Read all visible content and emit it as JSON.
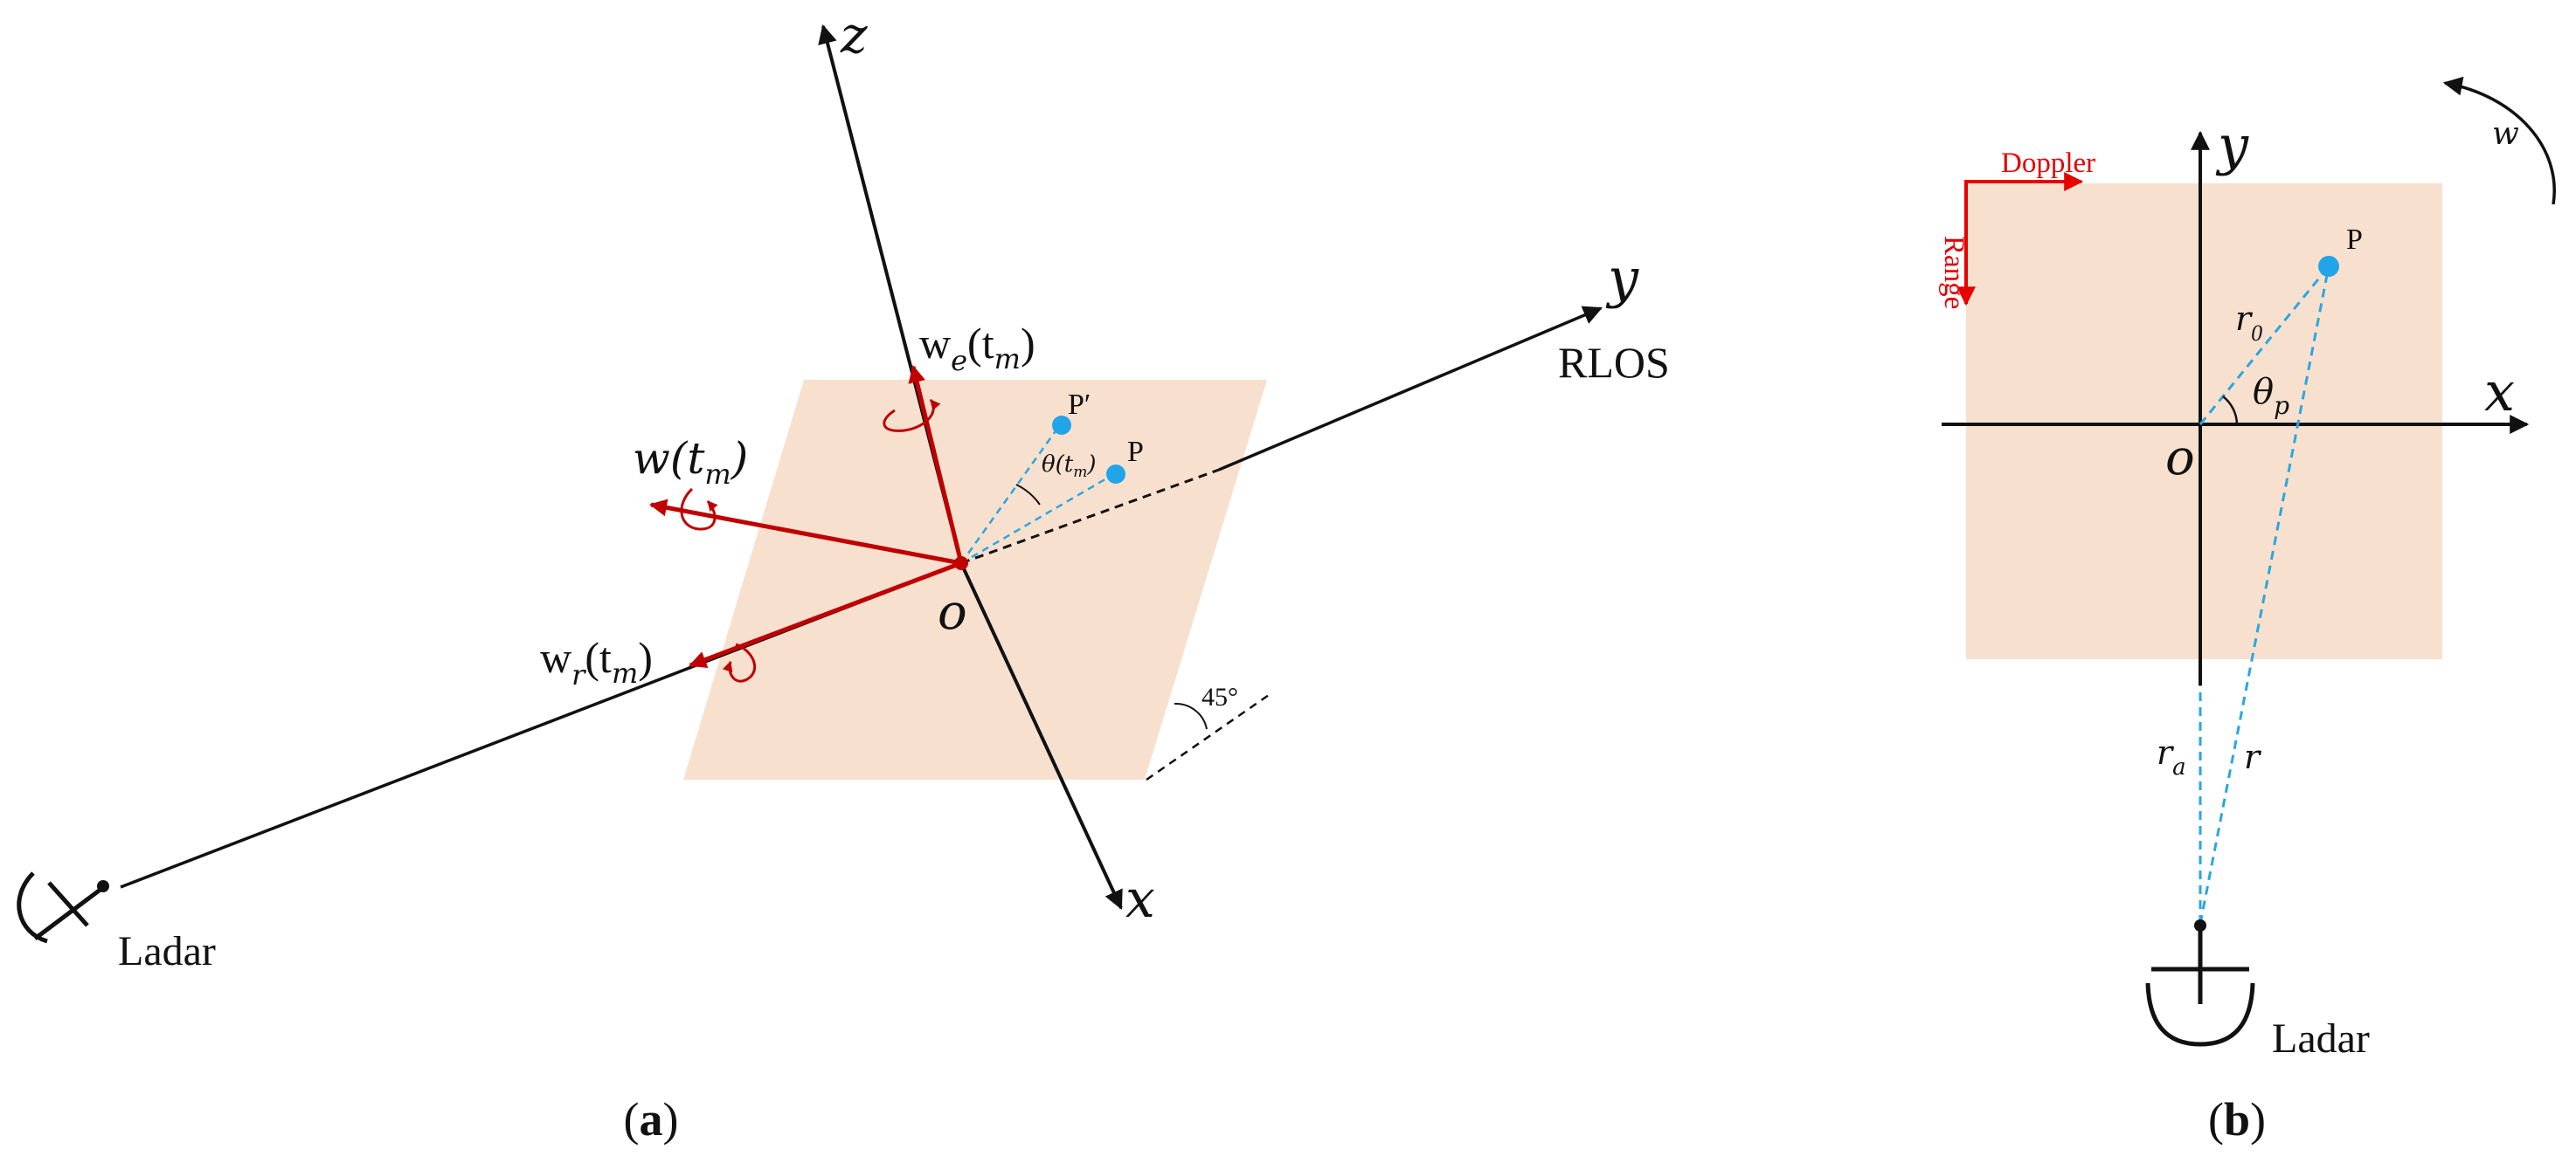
{
  "colors": {
    "plane_fill": "#f8e0cf",
    "axis": "#111111",
    "rotation_vector": "#c00000",
    "dashed_blue": "#2aa7e0",
    "point": "#1fa5e8",
    "direction_arrows": "#e60000"
  },
  "panel_a": {
    "axis_z": "z",
    "axis_y": "y",
    "axis_x": "x",
    "rlos_label": "RLOS",
    "origin": "o",
    "vec_w_e": {
      "base": "w",
      "sub": "e",
      "arg": "(t",
      "arg_sub": "m",
      "close": ")"
    },
    "vec_w": {
      "base": "w",
      "arg": "(t",
      "arg_sub": "m",
      "close": ")"
    },
    "vec_w_r": {
      "base": "w",
      "sub": "r",
      "arg": "(t",
      "arg_sub": "m",
      "close": ")"
    },
    "point_p_prime": "P′",
    "point_p": "P",
    "theta": {
      "base": "θ",
      "arg": "(t",
      "arg_sub": "m",
      "close": ")"
    },
    "angle_label": "45°",
    "ladar_label": "Ladar",
    "caption": {
      "open": "(",
      "letter": "a",
      "close": ")"
    }
  },
  "panel_b": {
    "axis_y": "y",
    "axis_x": "x",
    "origin": "o",
    "point_p": "P",
    "r0": {
      "base": "r",
      "sub": "0"
    },
    "theta_p": {
      "base": "θ",
      "sub": "p"
    },
    "r_a": {
      "base": "r",
      "sub": "a"
    },
    "r": "r",
    "rotation_w": "w",
    "doppler_label": "Doppler",
    "range_label": "Range",
    "ladar_label": "Ladar",
    "caption": {
      "open": "(",
      "letter": "b",
      "close": ")"
    }
  }
}
